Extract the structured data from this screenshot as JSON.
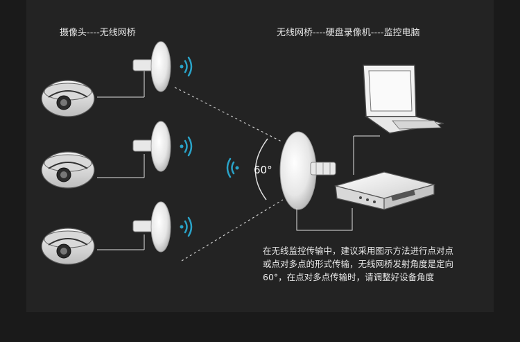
{
  "captions": {
    "left": "摄像头----无线网桥",
    "right": "无线网桥----硬盘录像机----监控电脑"
  },
  "angle_label": "60°",
  "note_lines": [
    "在无线监控传输中，建议采用图示方法进行点对点",
    "或点对多点的形式传输，无线网桥发射角度是定向",
    "60°，在点对多点传输时，请调整好设备角度"
  ],
  "colors": {
    "background": "#1a1a1a",
    "panel": "#232323",
    "signal": "#2aa3c8",
    "device_light": "#f2f2f2",
    "device_shadow": "#b8b8b8",
    "line": "#e0e0e0"
  }
}
